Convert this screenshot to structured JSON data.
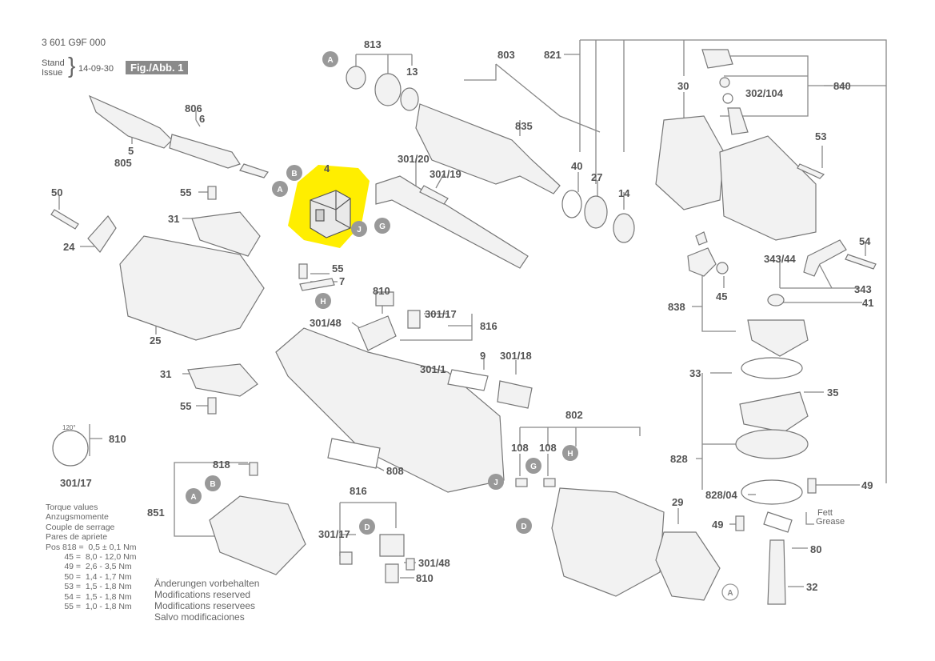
{
  "header": {
    "part_number": "3 601 G9F 000",
    "stand": "Stand",
    "issue": "Issue",
    "date": "14-09-30",
    "figure": "Fig./Abb. 1"
  },
  "highlight": {
    "color": "#ffee00",
    "part": "4"
  },
  "callouts": [
    "A",
    "B",
    "G",
    "J",
    "H",
    "D"
  ],
  "labels": {
    "p813": "813",
    "p803": "803",
    "p821": "821",
    "p30": "30",
    "p840": "840",
    "p302_104": "302/104",
    "p13": "13",
    "p806": "806",
    "p6": "6",
    "p5": "5",
    "p805": "805",
    "p835": "835",
    "p53": "53",
    "p4": "4",
    "p301_20": "301/20",
    "p301_19": "301/19",
    "p40": "40",
    "p27": "27",
    "p14": "14",
    "p50": "50",
    "p55a": "55",
    "p31a": "31",
    "p24": "24",
    "p54": "54",
    "p343_44": "343/44",
    "p343": "343",
    "p45": "45",
    "p41": "41",
    "p838": "838",
    "p55b": "55",
    "p7": "7",
    "p810a": "810",
    "p301_48a": "301/48",
    "p301_17a": "301/17",
    "p816a": "816",
    "p25": "25",
    "p9": "9",
    "p301_18": "301/18",
    "p301_1": "301/1",
    "p31b": "31",
    "p33": "33",
    "p35": "35",
    "p55c": "55",
    "p802": "802",
    "p120": "120°",
    "p810b": "810",
    "p301_17b": "301/17",
    "p818": "818",
    "p108a": "108",
    "p108b": "108",
    "p808": "808",
    "p828": "828",
    "p851": "851",
    "p816b": "816",
    "p828_04": "828/04",
    "p49a": "49",
    "p29": "29",
    "p49b": "49",
    "p301_17c": "301/17",
    "p301_48b": "301/48",
    "p810c": "810",
    "p80": "80",
    "p32": "32",
    "fett": "Fett",
    "grease": "Grease"
  },
  "torque": {
    "lines": [
      "Torque values",
      "Anzugsmomente",
      "Couple de serrage",
      "Pares de apriete"
    ],
    "rows": [
      "Pos 818 =  0,5 ± 0,1 Nm",
      "        45 =  8,0 - 12,0 Nm",
      "        49 =  2,6 - 3,5 Nm",
      "        50 =  1,4 - 1,7 Nm",
      "        53 =  1,5 - 1,8 Nm",
      "        54 =  1,5 - 1,8 Nm",
      "        55 =  1,0 - 1,8 Nm"
    ]
  },
  "notes": [
    "Änderungen vorbehalten",
    "Modifications reserved",
    "Modifications reservees",
    "Salvo modificaciones"
  ]
}
